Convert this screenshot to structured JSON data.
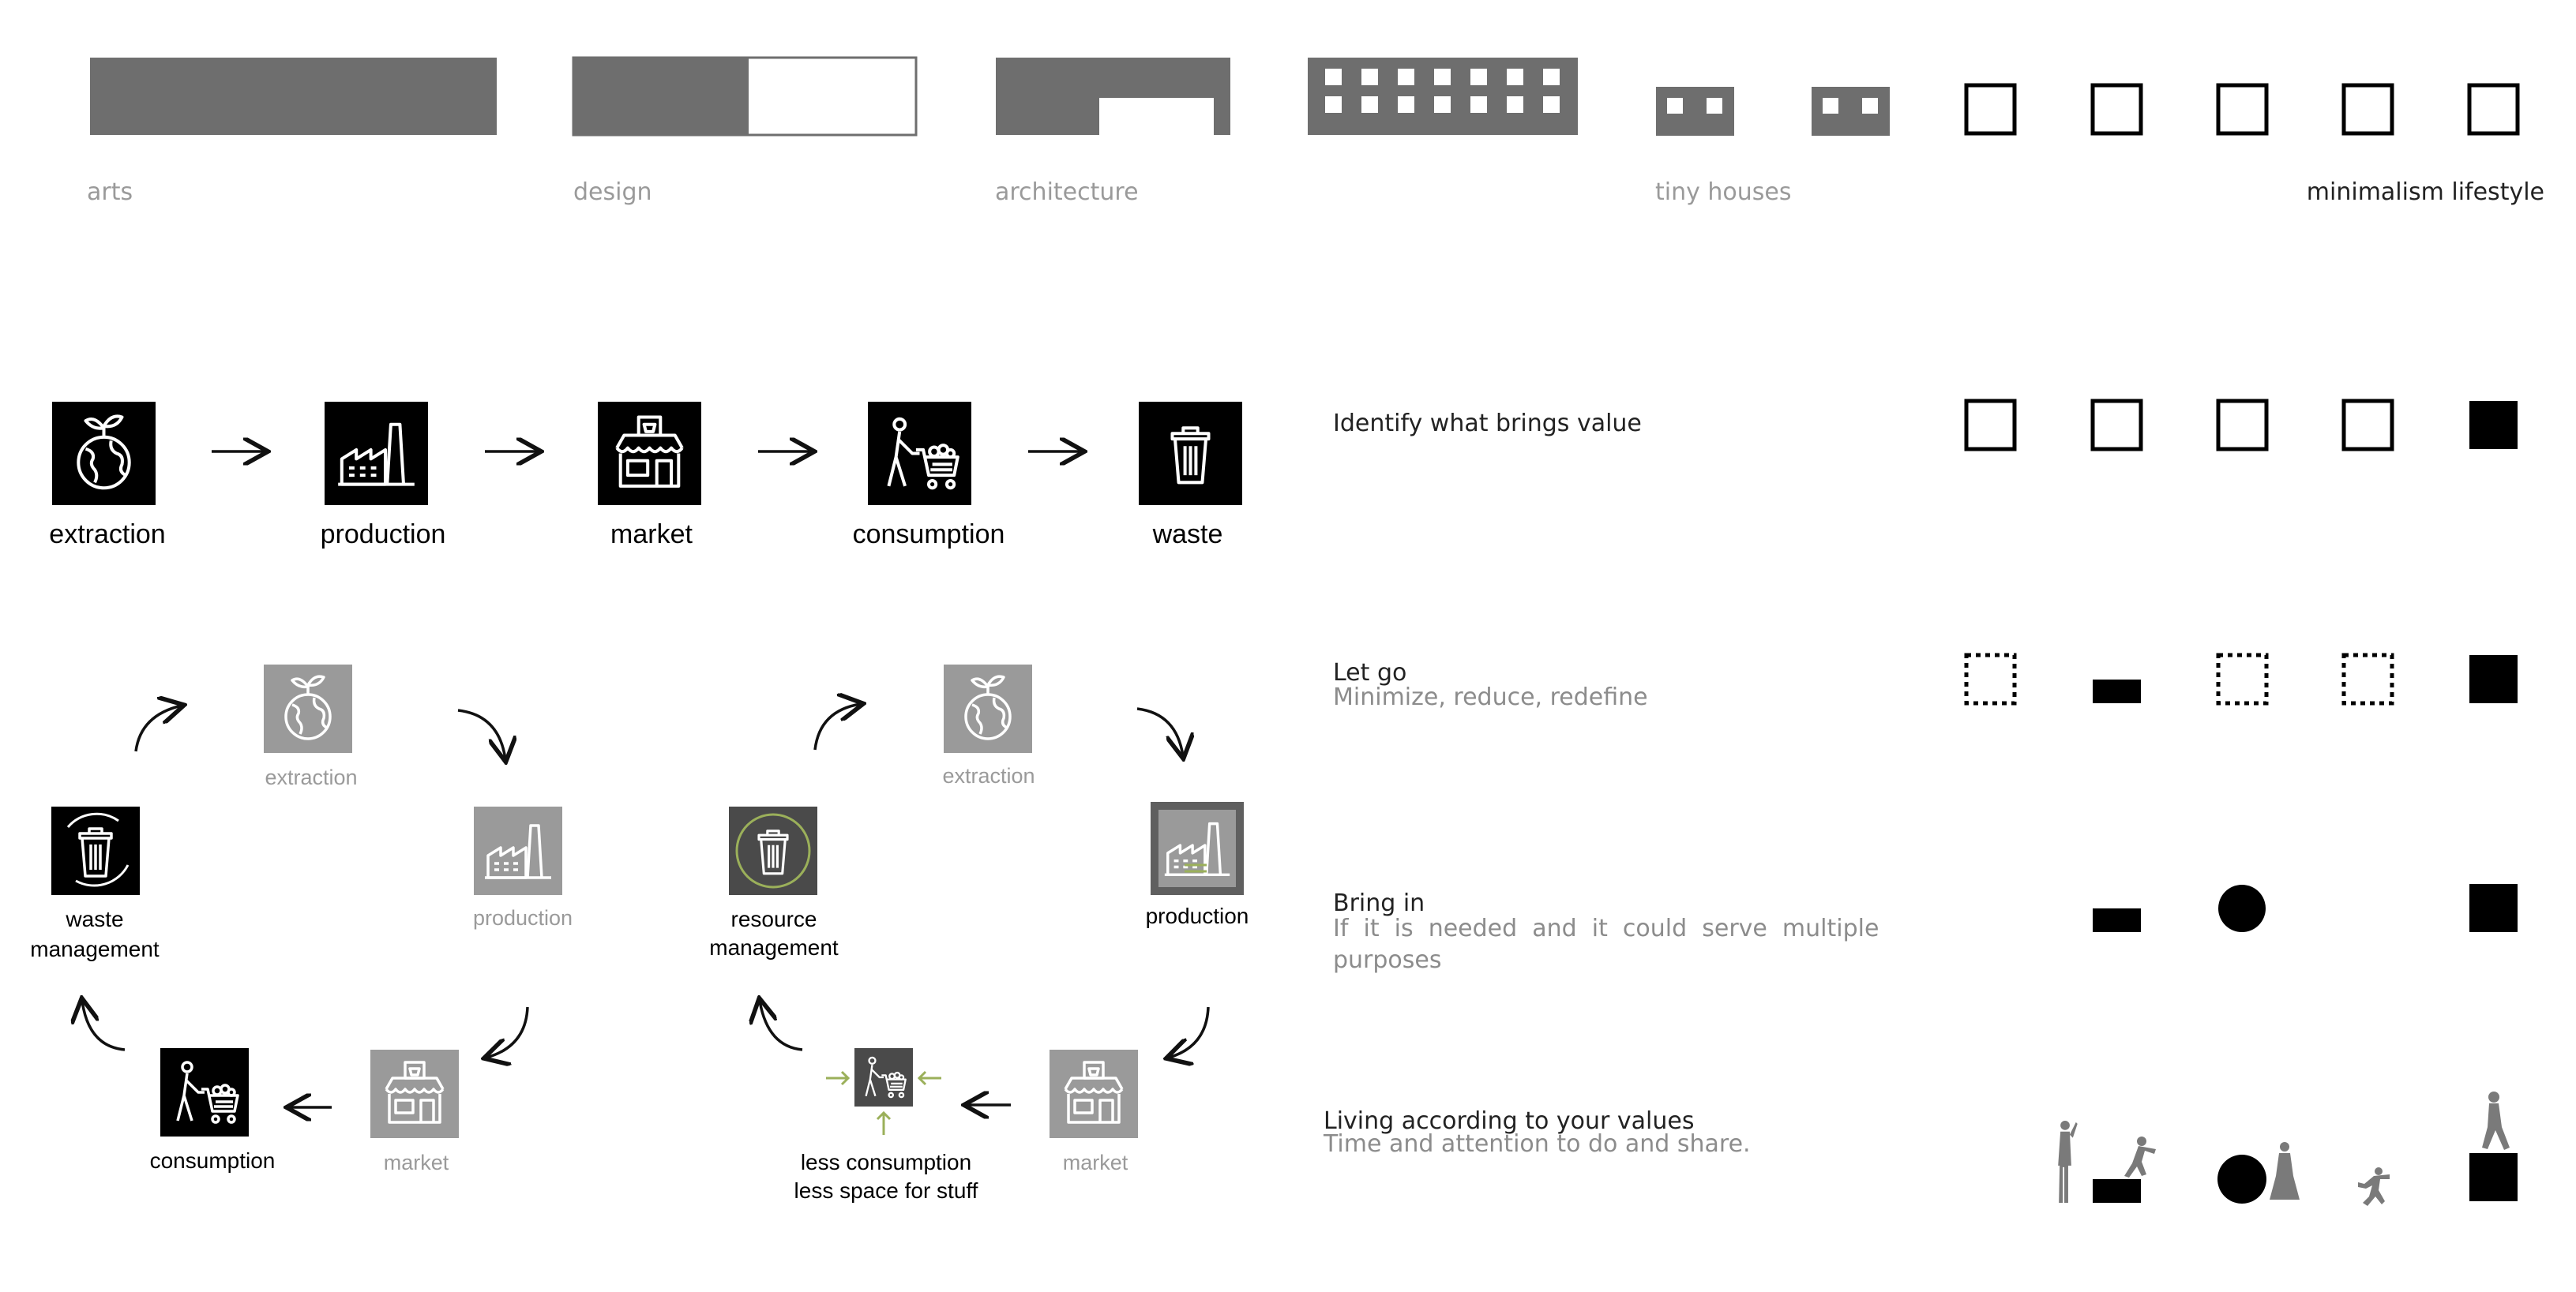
{
  "spectrum": {
    "labels": {
      "arts": "arts",
      "design": "design",
      "architecture": "architecture",
      "tiny_houses": "tiny houses",
      "minimalism": "minimalism lifestyle"
    }
  },
  "linear_flow": {
    "steps": [
      "extraction",
      "production",
      "market",
      "consumption",
      "waste"
    ]
  },
  "cycle_waste": {
    "extraction": "extraction",
    "production": "production",
    "market": "market",
    "consumption": "consumption",
    "waste_line1": "waste",
    "waste_line2": "management"
  },
  "cycle_resource": {
    "extraction": "extraction",
    "production": "production",
    "market": "market",
    "less_line1": "less consumption",
    "less_line2": "less space for stuff",
    "resource_line1": "resource",
    "resource_line2": "management"
  },
  "principles": {
    "p1_title": "Identify what brings value",
    "p2_title": "Let go",
    "p2_sub": "Minimize, reduce, redefine",
    "p3_title": "Bring in",
    "p3_sub_line1": "If  it  is  needed  and  it  could  serve  multiple",
    "p3_sub_line2": "purposes",
    "p4_title": "Living according to your values",
    "p4_sub": "Time and attention to do and share."
  },
  "colors": {
    "block_gray": "#6e6e6e",
    "icon_black": "#000000",
    "icon_gray": "#9a9a9a",
    "accent_green": "#9bb05a",
    "text_gray": "#8c8c8c"
  }
}
